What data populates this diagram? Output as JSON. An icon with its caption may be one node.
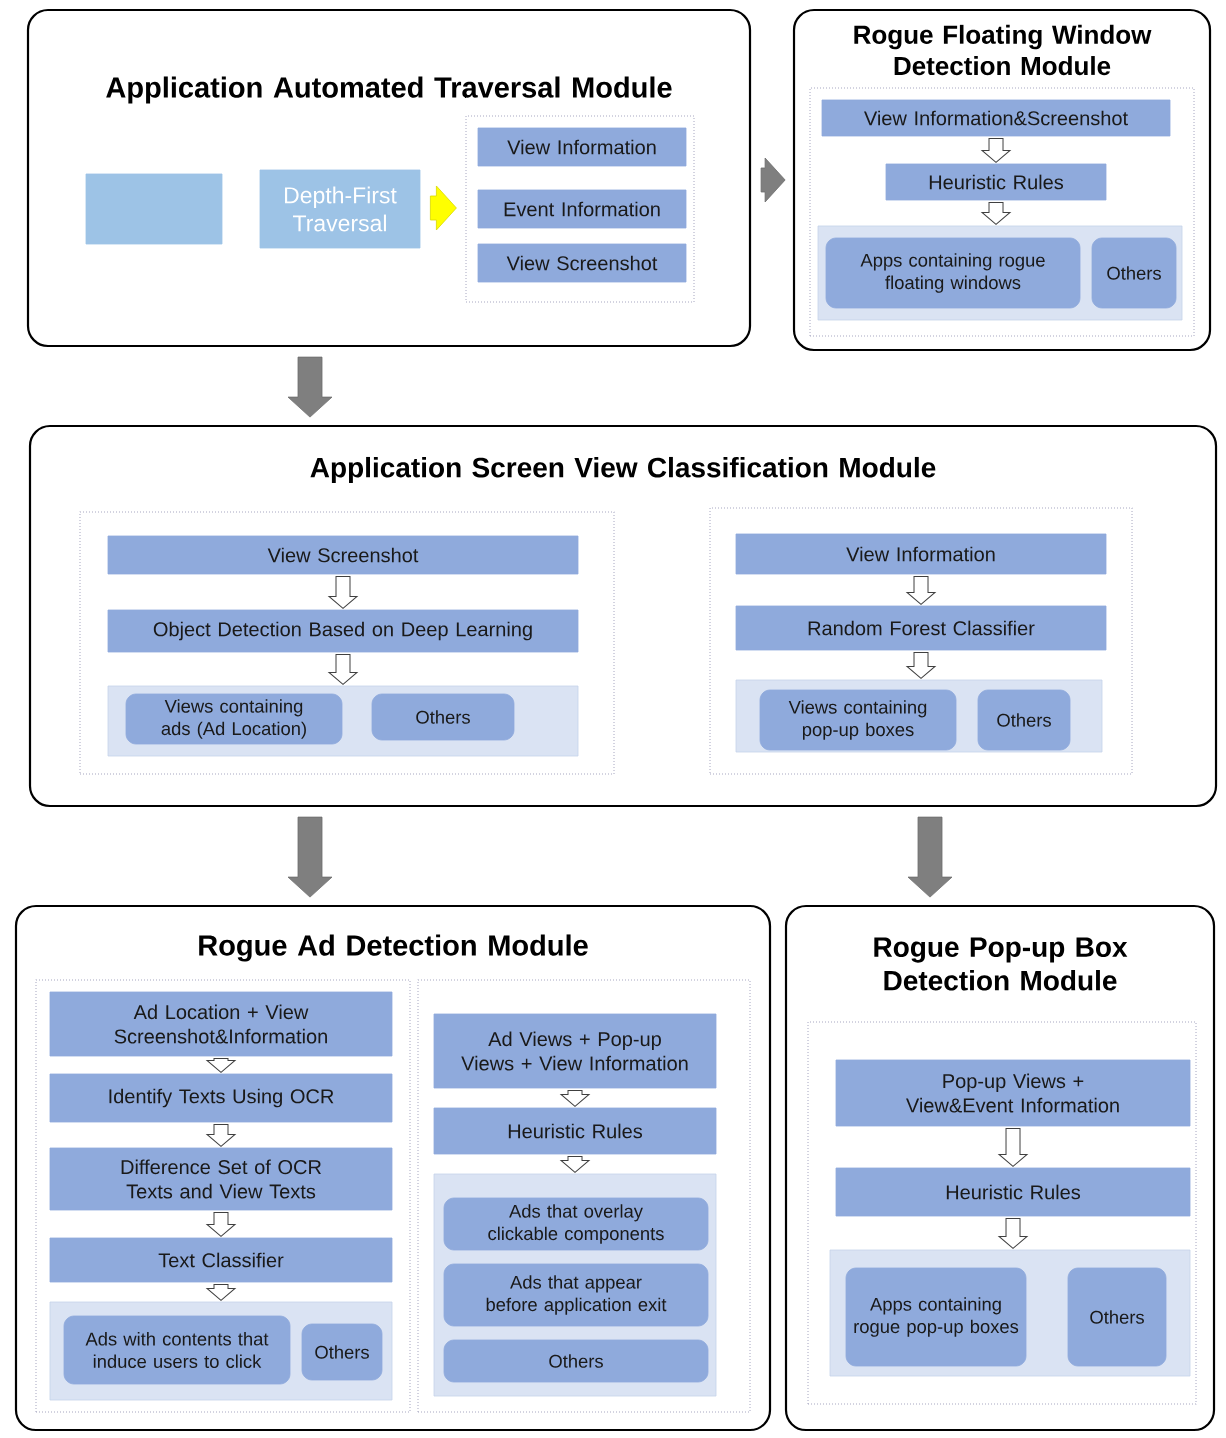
{
  "diagram": {
    "nodes": [
      {
        "text": [
          "Application Automated Traversal Module"
        ]
      },
      {
        "text": [],
        "shape": "box",
        "in": 0
      },
      {
        "text": [
          "Depth-First Traversal"
        ],
        "in": 0
      },
      {
        "text": [],
        "shape": "box",
        "in": 0
      },
      {
        "text": [
          "View Information"
        ],
        "in": 3
      },
      {
        "text": [
          "Event Information"
        ],
        "in": 3
      },
      {
        "text": [
          "View Screenshot"
        ],
        "in": 3
      },
      {
        "text": [
          "Rogue Floating Window Detection Module"
        ]
      },
      {
        "text": [],
        "shape": "box",
        "in": 7
      },
      {
        "text": [
          "View Information&Screenshot"
        ],
        "in": 8
      },
      {
        "text": [
          "Heuristic Rules"
        ],
        "in": 8
      },
      {
        "text": [],
        "shape": "box",
        "in": 8
      },
      {
        "text": [
          "Apps containing rogue floating windows"
        ],
        "in": 11
      },
      {
        "text": [
          "Others"
        ],
        "in": 11
      },
      {
        "text": [
          "Application Screen View Classification Module"
        ]
      },
      {
        "text": [],
        "shape": "box",
        "in": 14
      },
      {
        "text": [
          "View Screenshot"
        ],
        "in": 15
      },
      {
        "text": [
          "Object Detection Based on Deep Learning"
        ],
        "in": 15
      },
      {
        "text": [],
        "shape": "box",
        "in": 15
      },
      {
        "text": [
          "Views containing ads (Ad Location)"
        ],
        "in": 18
      },
      {
        "text": [
          "Others"
        ],
        "in": 18
      },
      {
        "text": [],
        "shape": "box",
        "in": 14
      },
      {
        "text": [
          "View Information"
        ],
        "in": 21
      },
      {
        "text": [
          "Random Forest Classifier"
        ],
        "in": 21
      },
      {
        "text": [],
        "shape": "box",
        "in": 21
      },
      {
        "text": [
          "Views containing pop-up boxes"
        ],
        "in": 24
      },
      {
        "text": [
          "Others"
        ],
        "in": 24
      },
      {
        "text": [
          "Rogue Ad Detection Module"
        ]
      },
      {
        "text": [],
        "shape": "box",
        "in": 27
      },
      {
        "text": [
          "Ad Location + View Screenshot&Information"
        ],
        "in": 28
      },
      {
        "text": [
          "Identify Texts Using OCR"
        ],
        "in": 28
      },
      {
        "text": [
          "Difference Set of OCR Texts and View Texts"
        ],
        "in": 28
      },
      {
        "text": [
          "Text Classifier"
        ],
        "in": 28
      },
      {
        "text": [],
        "shape": "box",
        "in": 28
      },
      {
        "text": [
          "Ads with contents that induce users to click"
        ],
        "in": 33
      },
      {
        "text": [
          "Others"
        ],
        "in": 33
      },
      {
        "text": [],
        "shape": "box",
        "in": 27
      },
      {
        "text": [
          "Ad Views  + Pop-up Views + View Information"
        ],
        "in": 36
      },
      {
        "text": [
          "Heuristic Rules"
        ],
        "in": 36
      },
      {
        "text": [],
        "shape": "box",
        "in": 36
      },
      {
        "text": [
          "Ads that overlay clickable components"
        ],
        "in": 39
      },
      {
        "text": [
          "Ads that appear before application exit"
        ],
        "in": 39
      },
      {
        "text": [
          "Others"
        ],
        "in": 39
      },
      {
        "text": [
          "Rogue Pop-up Box Detection Module"
        ]
      },
      {
        "text": [],
        "shape": "box",
        "in": 43
      },
      {
        "text": [
          "Pop-up Views + View&Event Information"
        ],
        "in": 44
      },
      {
        "text": [
          "Heuristic Rules"
        ],
        "in": 44
      },
      {
        "text": [],
        "shape": "box",
        "in": 44
      },
      {
        "text": [
          "Apps containing rogue pop-up boxes"
        ],
        "in": 47
      },
      {
        "text": [
          "Others"
        ],
        "in": 47
      }
    ],
    "edges": [
      {
        "from": 2,
        "to": 3,
        "arrow": "to",
        "style": "thick",
        "color": "#ffff00"
      },
      {
        "from": 0,
        "to": 7,
        "arrow": "to",
        "style": "thick",
        "color": "#7f7f7f"
      },
      {
        "from": 0,
        "to": 14,
        "arrow": "to",
        "style": "thick",
        "color": "#7f7f7f"
      },
      {
        "from": 14,
        "to": 27,
        "arrow": "to",
        "style": "thick",
        "color": "#7f7f7f"
      },
      {
        "from": 14,
        "to": 43,
        "arrow": "to",
        "style": "thick",
        "color": "#7f7f7f"
      },
      {
        "from": 9,
        "to": 10,
        "arrow": "to"
      },
      {
        "from": 10,
        "to": 11,
        "arrow": "to"
      },
      {
        "from": 16,
        "to": 17,
        "arrow": "to"
      },
      {
        "from": 17,
        "to": 18,
        "arrow": "to"
      },
      {
        "from": 22,
        "to": 23,
        "arrow": "to"
      },
      {
        "from": 23,
        "to": 24,
        "arrow": "to"
      },
      {
        "from": 29,
        "to": 30,
        "arrow": "to"
      },
      {
        "from": 30,
        "to": 31,
        "arrow": "to"
      },
      {
        "from": 31,
        "to": 32,
        "arrow": "to"
      },
      {
        "from": 32,
        "to": 33,
        "arrow": "to"
      },
      {
        "from": 37,
        "to": 38,
        "arrow": "to"
      },
      {
        "from": 38,
        "to": 39,
        "arrow": "to"
      },
      {
        "from": 45,
        "to": 46,
        "arrow": "to"
      },
      {
        "from": 46,
        "to": 47,
        "arrow": "to"
      }
    ]
  }
}
